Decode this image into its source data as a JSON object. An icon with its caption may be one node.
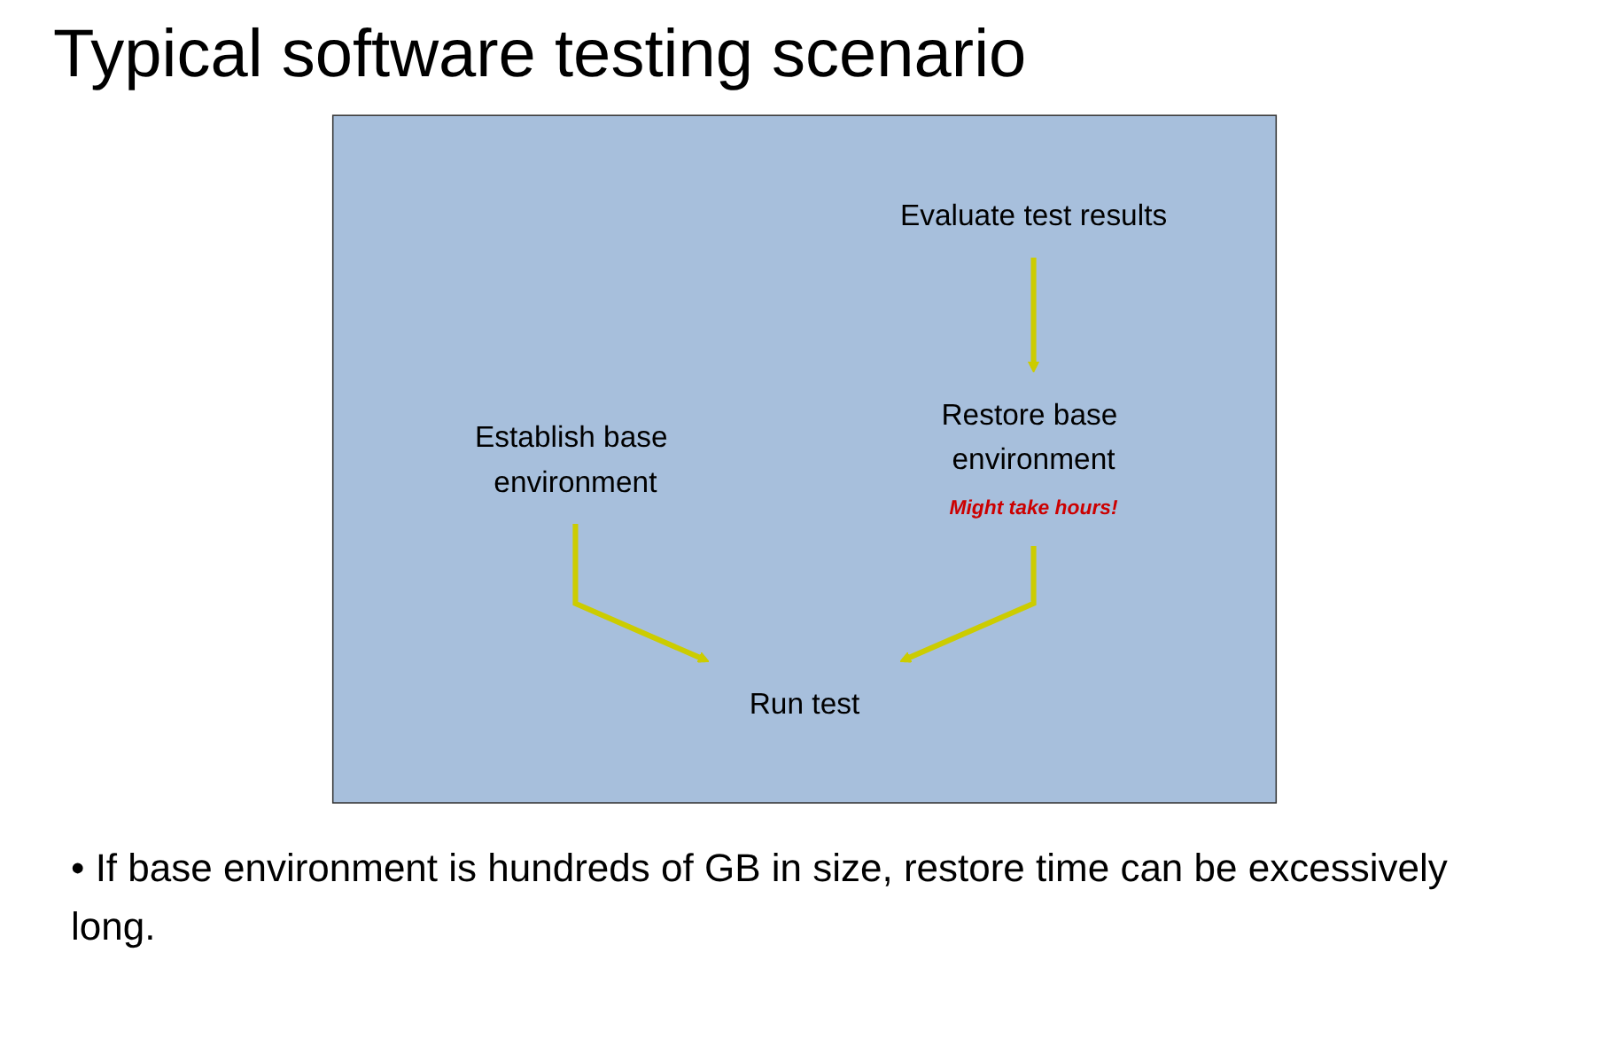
{
  "diagram": {
    "title": "Typical software testing scenario",
    "nodes": [
      {
        "text": [],
        "shape": "box"
      },
      {
        "text": [
          "Establish base environment"
        ],
        "in": 0
      },
      {
        "text": [
          "Run test"
        ],
        "in": 0
      },
      {
        "text": [
          "Restore base environment"
        ],
        "in": 0,
        "beside": [
          "Might take hours!"
        ]
      },
      {
        "text": [
          "Evaluate test results"
        ],
        "in": 0
      }
    ],
    "edges": [
      {
        "from": 1,
        "to": 2,
        "arrow": "to",
        "color": "#cccc00"
      },
      {
        "from": 4,
        "to": 3,
        "arrow": "to",
        "color": "#cccc00"
      },
      {
        "from": 3,
        "to": 2,
        "arrow": "to",
        "color": "#cccc00"
      }
    ],
    "labels": [
      "• If base environment is hundreds of GB in size, restore time can be excessively long."
    ]
  }
}
